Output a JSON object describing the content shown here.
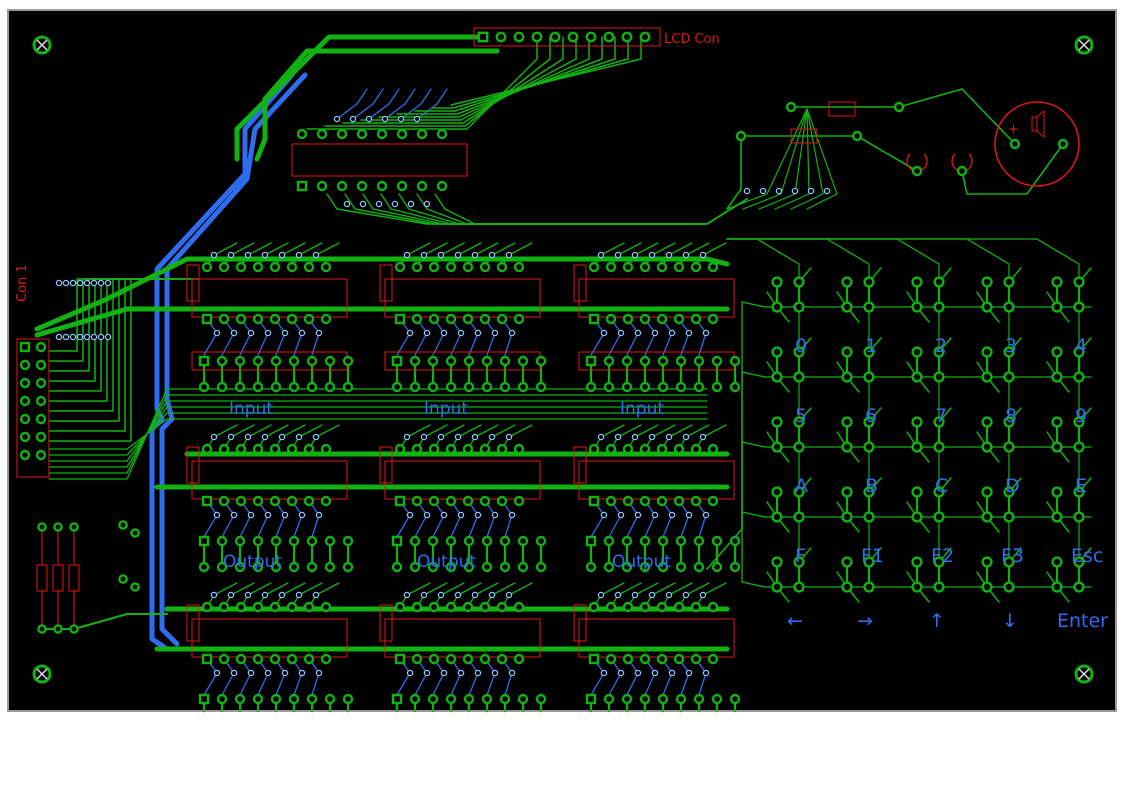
{
  "board": {
    "connector_lcd": "LCD Con",
    "connector_main": "Con 1",
    "colors": {
      "board": "#000000",
      "top_trace": "#12b212",
      "bottom_trace": "#2f6df0",
      "silkscreen": "#e01818",
      "pad": "#12b212"
    }
  },
  "ic_groups": [
    {
      "label": "Input"
    },
    {
      "label": "Input"
    },
    {
      "label": "Input"
    },
    {
      "label": "Output"
    },
    {
      "label": "Output"
    },
    {
      "label": "Output"
    }
  ],
  "keypad": {
    "keys": [
      "0",
      "1",
      "2",
      "3",
      "4",
      "5",
      "6",
      "7",
      "8",
      "9",
      "A",
      "B",
      "C",
      "D",
      "E",
      "F",
      "F1",
      "F2",
      "F3",
      "Esc"
    ],
    "nav": [
      "←",
      "→",
      "↑",
      "↓",
      "Enter"
    ]
  }
}
